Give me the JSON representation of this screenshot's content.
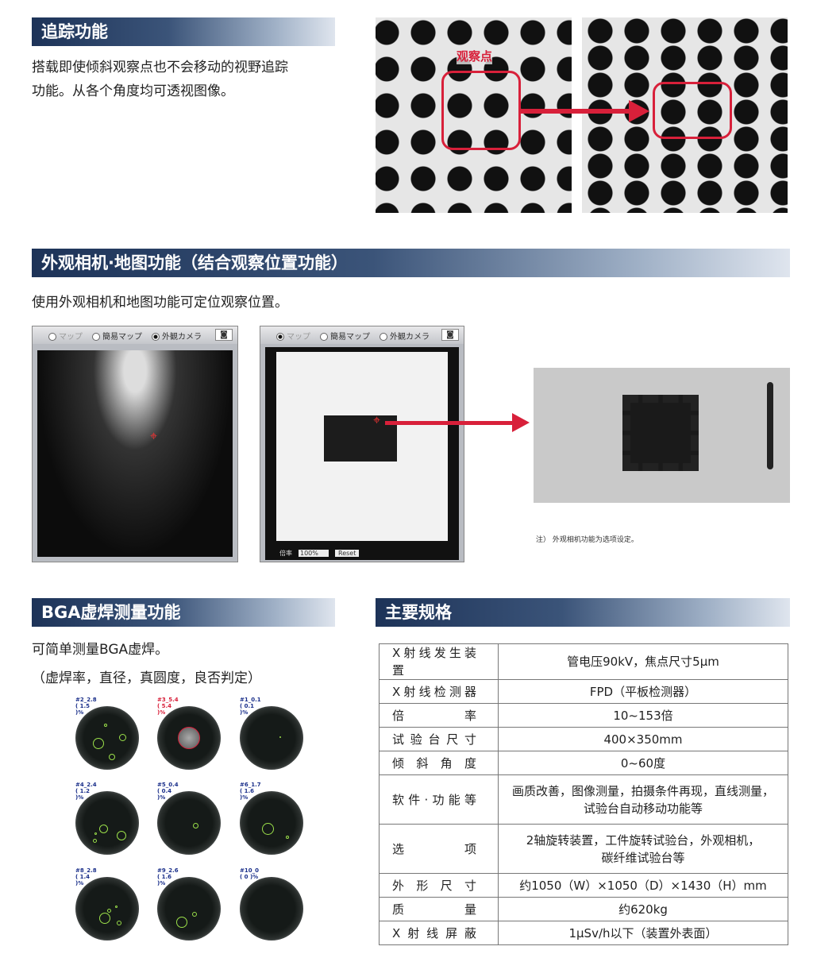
{
  "sec1": {
    "title": "追踪功能",
    "desc": [
      "搭载即使倾斜观察点也不会移动的视野追踪",
      "功能。从各个角度均可透视图像。"
    ],
    "obs_label": "观察点"
  },
  "sec2": {
    "title": "外观相机·地图功能（结合观察位置功能）",
    "desc": "使用外观相机和地图功能可定位观察位置。",
    "panel": {
      "options": [
        "マップ",
        "簡易マップ",
        "外観カメラ"
      ],
      "zoom_label": "倍率",
      "zoom_value": "100%",
      "reset": "Reset"
    },
    "note": "注） 外观相机功能为选项设定。"
  },
  "sec3": {
    "title": "BGA虚焊测量功能",
    "desc": [
      "可简单测量BGA虚焊。",
      "（虚焊率，直径，真圆度，良否判定）"
    ],
    "balls": [
      {
        "label": "#2_2.8 ( 1.5 )%",
        "ng": false
      },
      {
        "label": "#3_5.4 ( 5.4 )%",
        "ng": true
      },
      {
        "label": "#1_0.1 ( 0.1 )%",
        "ng": false
      },
      {
        "label": "#4_2.4 ( 1.2 )%",
        "ng": false
      },
      {
        "label": "#5_0.4 ( 0.4 )%",
        "ng": false
      },
      {
        "label": "#6_1.7 ( 1.6 )%",
        "ng": false
      },
      {
        "label": "#8_2.8 ( 1.4 )%",
        "ng": false
      },
      {
        "label": "#9_2.6 ( 1.6 )%",
        "ng": false
      },
      {
        "label": "#10_0 ( 0 )%",
        "ng": false
      }
    ],
    "colors": {
      "ok": "#1a2f8a",
      "ng": "#d8203a"
    }
  },
  "sec4": {
    "title": "主要规格",
    "rows": [
      {
        "k": "X射线发生装置",
        "v": [
          "管电压90kV，焦点尺寸5μm"
        ]
      },
      {
        "k": "X射线检测器",
        "v": [
          "FPD（平板检测器）"
        ]
      },
      {
        "k": "倍率",
        "v": [
          "10~153倍"
        ]
      },
      {
        "k": "试验台尺寸",
        "v": [
          "400×350mm"
        ]
      },
      {
        "k": "倾斜角度",
        "v": [
          "0~60度"
        ]
      },
      {
        "k": "软件·功能等",
        "v": [
          "画质改善，图像测量，拍摄条件再现，直线测量，",
          "试验台自动移动功能等"
        ]
      },
      {
        "k": "选项",
        "v": [
          "2轴旋转装置，工件旋转试验台，外观相机，",
          "碳纤维试验台等"
        ]
      },
      {
        "k": "外形尺寸",
        "v": [
          "约1050（W）×1050（D）×1430（H）mm"
        ]
      },
      {
        "k": "质量",
        "v": [
          "约620kg"
        ]
      },
      {
        "k": "X射线屏蔽",
        "v": [
          "1μSv/h以下（装置外表面）"
        ]
      }
    ]
  }
}
